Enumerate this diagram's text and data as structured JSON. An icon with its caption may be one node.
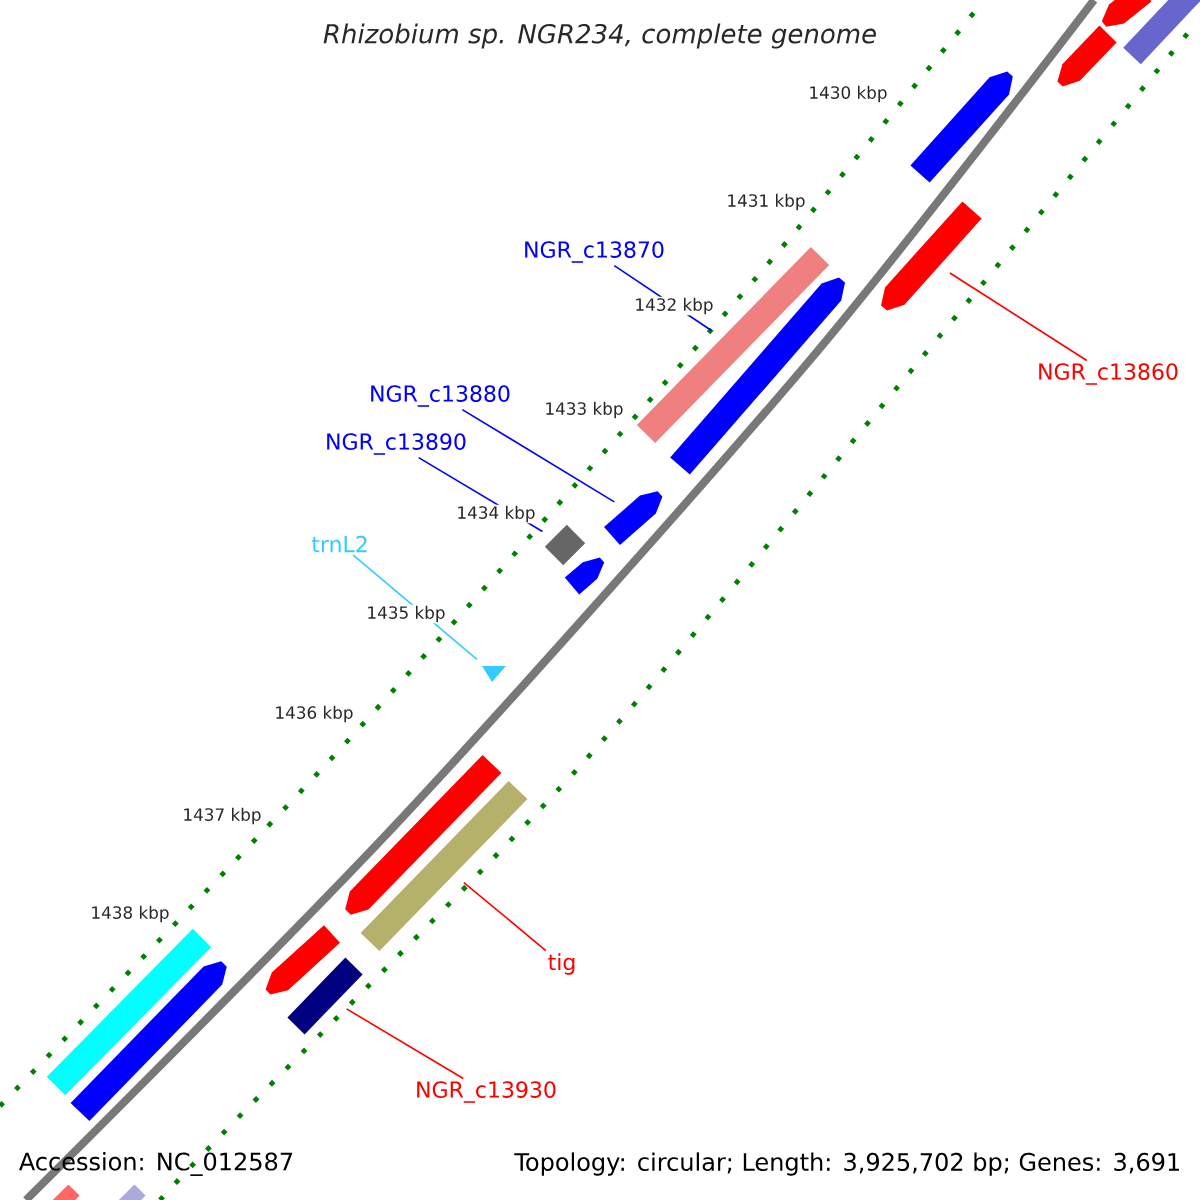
{
  "diagram": {
    "title": "Rhizobium sp. NGR234, complete genome",
    "nodes": [
      {
        "text": [
          "NGR_c13870"
        ]
      },
      {
        "text": [],
        "shape": "bar"
      },
      {
        "text": [
          "NGR_c13880"
        ]
      },
      {
        "text": [],
        "shape": "bar"
      },
      {
        "text": [
          "NGR_c13890"
        ]
      },
      {
        "text": [],
        "shape": "bar"
      },
      {
        "text": [
          "trnL2"
        ]
      },
      {
        "text": [],
        "shape": "triangle"
      },
      {
        "text": [
          "NGR_c13860"
        ]
      },
      {
        "text": [],
        "shape": "bar"
      },
      {
        "text": [
          "tig"
        ]
      },
      {
        "text": [],
        "shape": "bar"
      },
      {
        "text": [
          "NGR_c13930"
        ]
      },
      {
        "text": [],
        "shape": "bar"
      },
      {
        "text": [],
        "shape": "bar"
      },
      {
        "text": [],
        "shape": "bar"
      },
      {
        "text": [],
        "shape": "bar"
      },
      {
        "text": [],
        "shape": "bar"
      },
      {
        "text": [],
        "shape": "bar"
      },
      {
        "text": [],
        "shape": "bar"
      },
      {
        "text": [],
        "shape": "bar"
      },
      {
        "text": [],
        "shape": "bar"
      },
      {
        "text": [],
        "shape": "bar"
      },
      {
        "text": [],
        "shape": "bar"
      },
      {
        "text": [],
        "shape": "bar"
      },
      {
        "text": [],
        "shape": "bar"
      }
    ],
    "edges": [
      {
        "from": 0,
        "to": 1,
        "arrow": "none",
        "color": "#0000ff"
      },
      {
        "from": 2,
        "to": 3,
        "arrow": "none",
        "color": "#0000ff"
      },
      {
        "from": 4,
        "to": 5,
        "arrow": "none",
        "color": "#0000ff"
      },
      {
        "from": 6,
        "to": 7,
        "arrow": "none",
        "color": "#33ccff"
      },
      {
        "from": 8,
        "to": 9,
        "arrow": "none",
        "color": "#ff0000"
      },
      {
        "from": 10,
        "to": 11,
        "arrow": "none",
        "color": "#ff0000"
      },
      {
        "from": 12,
        "to": 13,
        "arrow": "none",
        "color": "#ff0000"
      }
    ],
    "labels": [
      "1430 kbp",
      "1431 kbp",
      "1432 kbp",
      "1433 kbp",
      "1434 kbp",
      "1435 kbp",
      "1436 kbp",
      "1437 kbp",
      "1438 kbp",
      "Accession: NC_012587",
      "Topology: circular; Length: 3,925,702 bp; Genes: 3,691"
    ]
  }
}
